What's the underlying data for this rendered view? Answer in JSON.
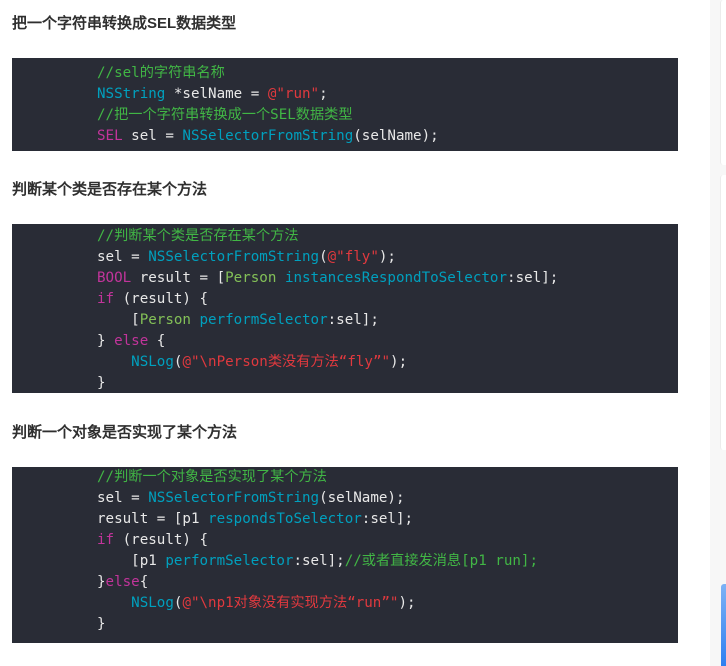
{
  "sections": [
    {
      "heading": "把一个字符串转换成SEL数据类型",
      "code": [
        [
          {
            "cls": "c",
            "text": "//sel的字符串名称"
          }
        ],
        [
          {
            "cls": "t",
            "text": "NSString"
          },
          {
            "cls": "p",
            "text": " *selName = "
          },
          {
            "cls": "s",
            "text": "@\"run\""
          },
          {
            "cls": "p",
            "text": ";"
          }
        ],
        [
          {
            "cls": "c",
            "text": "//把一个字符串转换成一个SEL数据类型"
          }
        ],
        [
          {
            "cls": "k",
            "text": "SEL"
          },
          {
            "cls": "p",
            "text": " sel = "
          },
          {
            "cls": "t",
            "text": "NSSelectorFromString"
          },
          {
            "cls": "p",
            "text": "(selName);"
          }
        ]
      ]
    },
    {
      "heading": "判断某个类是否存在某个方法",
      "code": [
        [
          {
            "cls": "c",
            "text": "//判断某个类是否存在某个方法"
          }
        ],
        [
          {
            "cls": "p",
            "text": "sel = "
          },
          {
            "cls": "t",
            "text": "NSSelectorFromString"
          },
          {
            "cls": "p",
            "text": "("
          },
          {
            "cls": "s",
            "text": "@\"fly\""
          },
          {
            "cls": "p",
            "text": ");"
          }
        ],
        [
          {
            "cls": "k",
            "text": "BOOL"
          },
          {
            "cls": "p",
            "text": " result = ["
          },
          {
            "cls": "g",
            "text": "Person"
          },
          {
            "cls": "p",
            "text": " "
          },
          {
            "cls": "t",
            "text": "instancesRespondToSelector"
          },
          {
            "cls": "p",
            "text": ":sel];"
          }
        ],
        [
          {
            "cls": "k",
            "text": "if"
          },
          {
            "cls": "p",
            "text": " (result) {"
          }
        ],
        [
          {
            "cls": "p",
            "text": "    ["
          },
          {
            "cls": "g",
            "text": "Person"
          },
          {
            "cls": "p",
            "text": " "
          },
          {
            "cls": "t",
            "text": "performSelector"
          },
          {
            "cls": "p",
            "text": ":sel];"
          }
        ],
        [
          {
            "cls": "p",
            "text": "} "
          },
          {
            "cls": "k",
            "text": "else"
          },
          {
            "cls": "p",
            "text": " {"
          }
        ],
        [
          {
            "cls": "p",
            "text": "    "
          },
          {
            "cls": "t",
            "text": "NSLog"
          },
          {
            "cls": "p",
            "text": "("
          },
          {
            "cls": "s",
            "text": "@\"\\nPerson类没有方法“fly”\""
          },
          {
            "cls": "p",
            "text": ");"
          }
        ],
        [
          {
            "cls": "p",
            "text": "}"
          }
        ]
      ]
    },
    {
      "heading": "判断一个对象是否实现了某个方法",
      "code": [
        [
          {
            "cls": "c",
            "text": "//判断一个对象是否实现了某个方法"
          }
        ],
        [
          {
            "cls": "p",
            "text": "sel = "
          },
          {
            "cls": "t",
            "text": "NSSelectorFromString"
          },
          {
            "cls": "p",
            "text": "(selName);"
          }
        ],
        [
          {
            "cls": "p",
            "text": "result = [p1 "
          },
          {
            "cls": "t",
            "text": "respondsToSelector"
          },
          {
            "cls": "p",
            "text": ":sel];"
          }
        ],
        [
          {
            "cls": "k",
            "text": "if"
          },
          {
            "cls": "p",
            "text": " (result) {"
          }
        ],
        [
          {
            "cls": "p",
            "text": "    [p1 "
          },
          {
            "cls": "t",
            "text": "performSelector"
          },
          {
            "cls": "p",
            "text": ":sel];"
          },
          {
            "cls": "c",
            "text": "//或者直接发消息[p1 run];"
          }
        ],
        [
          {
            "cls": "p",
            "text": "}"
          },
          {
            "cls": "k",
            "text": "else"
          },
          {
            "cls": "p",
            "text": "{"
          }
        ],
        [
          {
            "cls": "p",
            "text": "    "
          },
          {
            "cls": "t",
            "text": "NSLog"
          },
          {
            "cls": "p",
            "text": "("
          },
          {
            "cls": "s",
            "text": "@\"\\np1对象没有实现方法“run”\""
          },
          {
            "cls": "p",
            "text": ");"
          }
        ],
        [
          {
            "cls": "p",
            "text": "}"
          }
        ]
      ]
    }
  ],
  "colors": {
    "code_bg": "#292c36",
    "comment": "#41b645",
    "type_method": "#00a0be",
    "keyword": "#c2349b",
    "string": "#e0393e",
    "class": "#83c057",
    "plain": "#e8e8e8",
    "sidebar_button": "#2f7ff0"
  }
}
